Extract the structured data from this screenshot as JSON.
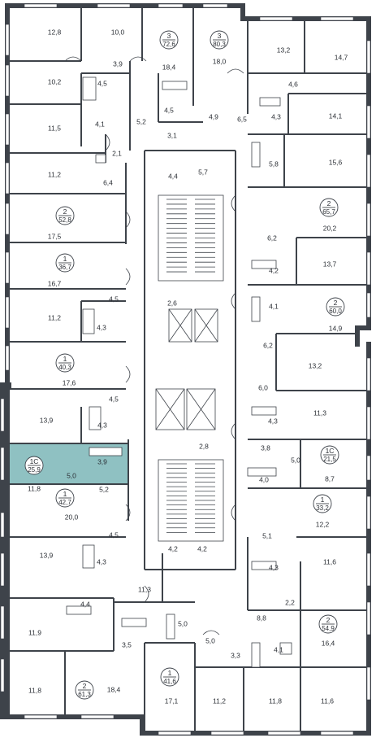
{
  "plan": {
    "highlight_color": "#8fc1c2",
    "wall_color": "#3e434a",
    "room_areas": [
      {
        "id": "r1",
        "text": "12,8"
      },
      {
        "id": "r2",
        "text": "10,0"
      },
      {
        "id": "r3",
        "text": "18,4"
      },
      {
        "id": "r4",
        "text": "18,0"
      },
      {
        "id": "r5",
        "text": "13,2"
      },
      {
        "id": "r6",
        "text": "14,7"
      },
      {
        "id": "r7",
        "text": "3,9"
      },
      {
        "id": "r8",
        "text": "10,2"
      },
      {
        "id": "r9",
        "text": "4,5"
      },
      {
        "id": "r10",
        "text": "4,6"
      },
      {
        "id": "r11",
        "text": "4,5"
      },
      {
        "id": "r12",
        "text": "4,9"
      },
      {
        "id": "r13",
        "text": "4,3"
      },
      {
        "id": "r14",
        "text": "14,1"
      },
      {
        "id": "r15",
        "text": "11,5"
      },
      {
        "id": "r16",
        "text": "4,1"
      },
      {
        "id": "r17",
        "text": "5,2"
      },
      {
        "id": "r18",
        "text": "3,1"
      },
      {
        "id": "r19",
        "text": "6,5"
      },
      {
        "id": "r20",
        "text": "2,1"
      },
      {
        "id": "r21",
        "text": "11,2"
      },
      {
        "id": "r22",
        "text": "6,4"
      },
      {
        "id": "r23",
        "text": "4,4"
      },
      {
        "id": "r24",
        "text": "5,7"
      },
      {
        "id": "r25",
        "text": "5,8"
      },
      {
        "id": "r26",
        "text": "15,6"
      },
      {
        "id": "r27",
        "text": "17,5"
      },
      {
        "id": "r28",
        "text": "20,2"
      },
      {
        "id": "r29",
        "text": "6,2"
      },
      {
        "id": "r30",
        "text": "16,7"
      },
      {
        "id": "r31",
        "text": "4,2"
      },
      {
        "id": "r32",
        "text": "13,7"
      },
      {
        "id": "r33",
        "text": "4,5"
      },
      {
        "id": "r34",
        "text": "2,6"
      },
      {
        "id": "r35",
        "text": "4,1"
      },
      {
        "id": "r36",
        "text": "11,2"
      },
      {
        "id": "r37",
        "text": "4,3"
      },
      {
        "id": "r38",
        "text": "14,9"
      },
      {
        "id": "r39",
        "text": "6,2"
      },
      {
        "id": "r40",
        "text": "13,2"
      },
      {
        "id": "r41",
        "text": "17,6"
      },
      {
        "id": "r42",
        "text": "6,0"
      },
      {
        "id": "r43",
        "text": "4,5"
      },
      {
        "id": "r44",
        "text": "13,9"
      },
      {
        "id": "r45",
        "text": "11,3"
      },
      {
        "id": "r46",
        "text": "4,3"
      },
      {
        "id": "r47",
        "text": "4,3"
      },
      {
        "id": "r48",
        "text": "3,9"
      },
      {
        "id": "r49",
        "text": "2,8"
      },
      {
        "id": "r50",
        "text": "3,8"
      },
      {
        "id": "r51",
        "text": "5,0"
      },
      {
        "id": "r52",
        "text": "5,0"
      },
      {
        "id": "r53",
        "text": "11,8"
      },
      {
        "id": "r54",
        "text": "5,2"
      },
      {
        "id": "r55",
        "text": "4,0"
      },
      {
        "id": "r56",
        "text": "8,7"
      },
      {
        "id": "r57",
        "text": "12,2"
      },
      {
        "id": "r58",
        "text": "20,0"
      },
      {
        "id": "r59",
        "text": "5,1"
      },
      {
        "id": "r60",
        "text": "4,5"
      },
      {
        "id": "r61",
        "text": "4,2"
      },
      {
        "id": "r62",
        "text": "4,2"
      },
      {
        "id": "r63",
        "text": "13,9"
      },
      {
        "id": "r64",
        "text": "4,3"
      },
      {
        "id": "r65",
        "text": "11,6"
      },
      {
        "id": "r66",
        "text": "4,3"
      },
      {
        "id": "r67",
        "text": "11,3"
      },
      {
        "id": "r68",
        "text": "2,2"
      },
      {
        "id": "r69",
        "text": "4,4"
      },
      {
        "id": "r70",
        "text": "5,0"
      },
      {
        "id": "r71",
        "text": "8,8"
      },
      {
        "id": "r72",
        "text": "11,9"
      },
      {
        "id": "r73",
        "text": "3,5"
      },
      {
        "id": "r74",
        "text": "5,0"
      },
      {
        "id": "r75",
        "text": "3,3"
      },
      {
        "id": "r76",
        "text": "4,1"
      },
      {
        "id": "r77",
        "text": "16,4"
      },
      {
        "id": "r78",
        "text": "11,8"
      },
      {
        "id": "r79",
        "text": "18,4"
      },
      {
        "id": "r80",
        "text": "17,1"
      },
      {
        "id": "r81",
        "text": "11,2"
      },
      {
        "id": "r82",
        "text": "11,8"
      },
      {
        "id": "r83",
        "text": "11,6"
      }
    ],
    "apartments": [
      {
        "id": "a1",
        "rooms": "3",
        "area": "72,6"
      },
      {
        "id": "a2",
        "rooms": "3",
        "area": "80,3"
      },
      {
        "id": "a3",
        "rooms": "2",
        "area": "52,8"
      },
      {
        "id": "a4",
        "rooms": "2",
        "area": "65,7"
      },
      {
        "id": "a5",
        "rooms": "1",
        "area": "36,7"
      },
      {
        "id": "a6",
        "rooms": "2",
        "area": "60,0"
      },
      {
        "id": "a7",
        "rooms": "1",
        "area": "40,3"
      },
      {
        "id": "a8",
        "rooms": "1С",
        "area": "25,9"
      },
      {
        "id": "a9",
        "rooms": "1С",
        "area": "21,5"
      },
      {
        "id": "a10",
        "rooms": "1",
        "area": "33,2"
      },
      {
        "id": "a11",
        "rooms": "1",
        "area": "42,7"
      },
      {
        "id": "a12",
        "rooms": "2",
        "area": "54,9"
      },
      {
        "id": "a13",
        "rooms": "1",
        "area": "41,6"
      },
      {
        "id": "a14",
        "rooms": "2",
        "area": "61,3"
      }
    ]
  }
}
